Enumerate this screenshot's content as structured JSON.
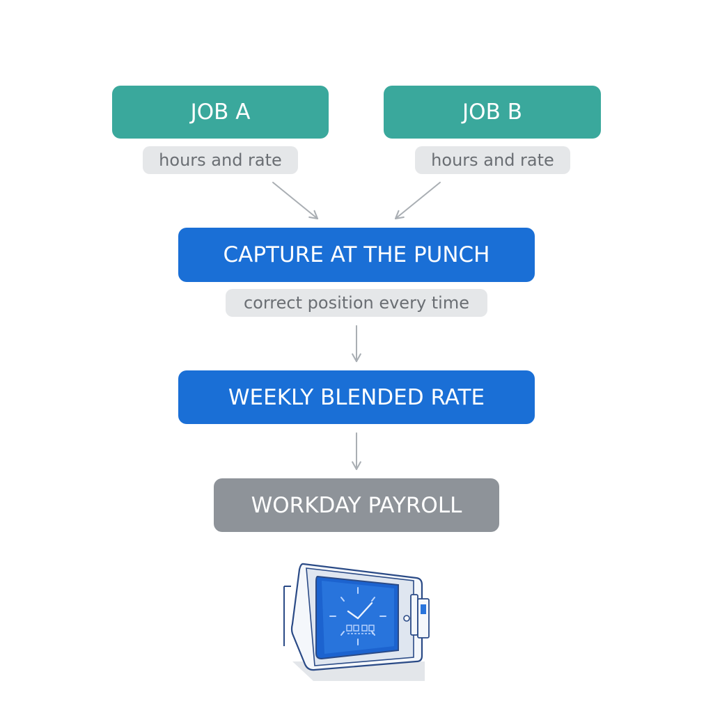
{
  "nodes": {
    "job_a": "JOB A",
    "job_b": "JOB B",
    "capture": "CAPTURE AT THE PUNCH",
    "weekly": "WEEKLY BLENDED RATE",
    "payroll": "WORKDAY PAYROLL"
  },
  "notes": {
    "job_a": "hours and rate",
    "job_b": "hours and rate",
    "capture": "correct position every time"
  },
  "colors": {
    "teal": "#3aa89c",
    "blue": "#1a6fd6",
    "gray": "#8e9399",
    "pill": "#e5e7e9",
    "arrow": "#a9aeb3"
  },
  "icons": {
    "device": "time-clock-terminal-icon"
  }
}
